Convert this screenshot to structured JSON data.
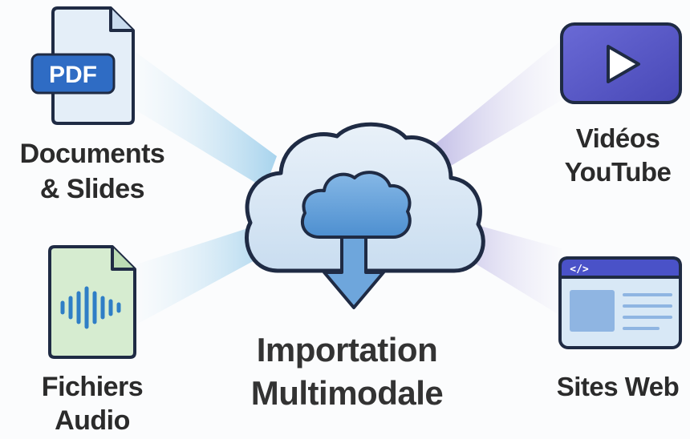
{
  "sources": {
    "documents": {
      "line1": "Documents",
      "line2": "& Slides",
      "badge": "PDF",
      "icon": "pdf-file-icon"
    },
    "audio": {
      "line1": "Fichiers",
      "line2": "Audio",
      "icon": "audio-file-icon"
    },
    "video": {
      "line1": "Vidéos",
      "line2": "YouTube",
      "icon": "youtube-play-icon"
    },
    "web": {
      "line1": "Sites Web",
      "browser_tag": "</>",
      "icon": "browser-window-icon"
    }
  },
  "center": {
    "line1": "Importation",
    "line2": "Multimodale",
    "icon": "cloud-upload-icon"
  },
  "colors": {
    "beam_left": "#a9d4ec",
    "beam_right": "#c3bfe6",
    "cloud_fill": "#dbe9f6",
    "cloud_stroke": "#1f2b44",
    "inner_cloud": "#6ea6dc",
    "pdf_badge": "#2f6cc4",
    "audio_fill": "#d6ecd0",
    "audio_wave": "#2f7ec6",
    "video_fill": "#5858c8",
    "browser_header": "#4a52c8",
    "browser_body": "#d8e8f6"
  }
}
